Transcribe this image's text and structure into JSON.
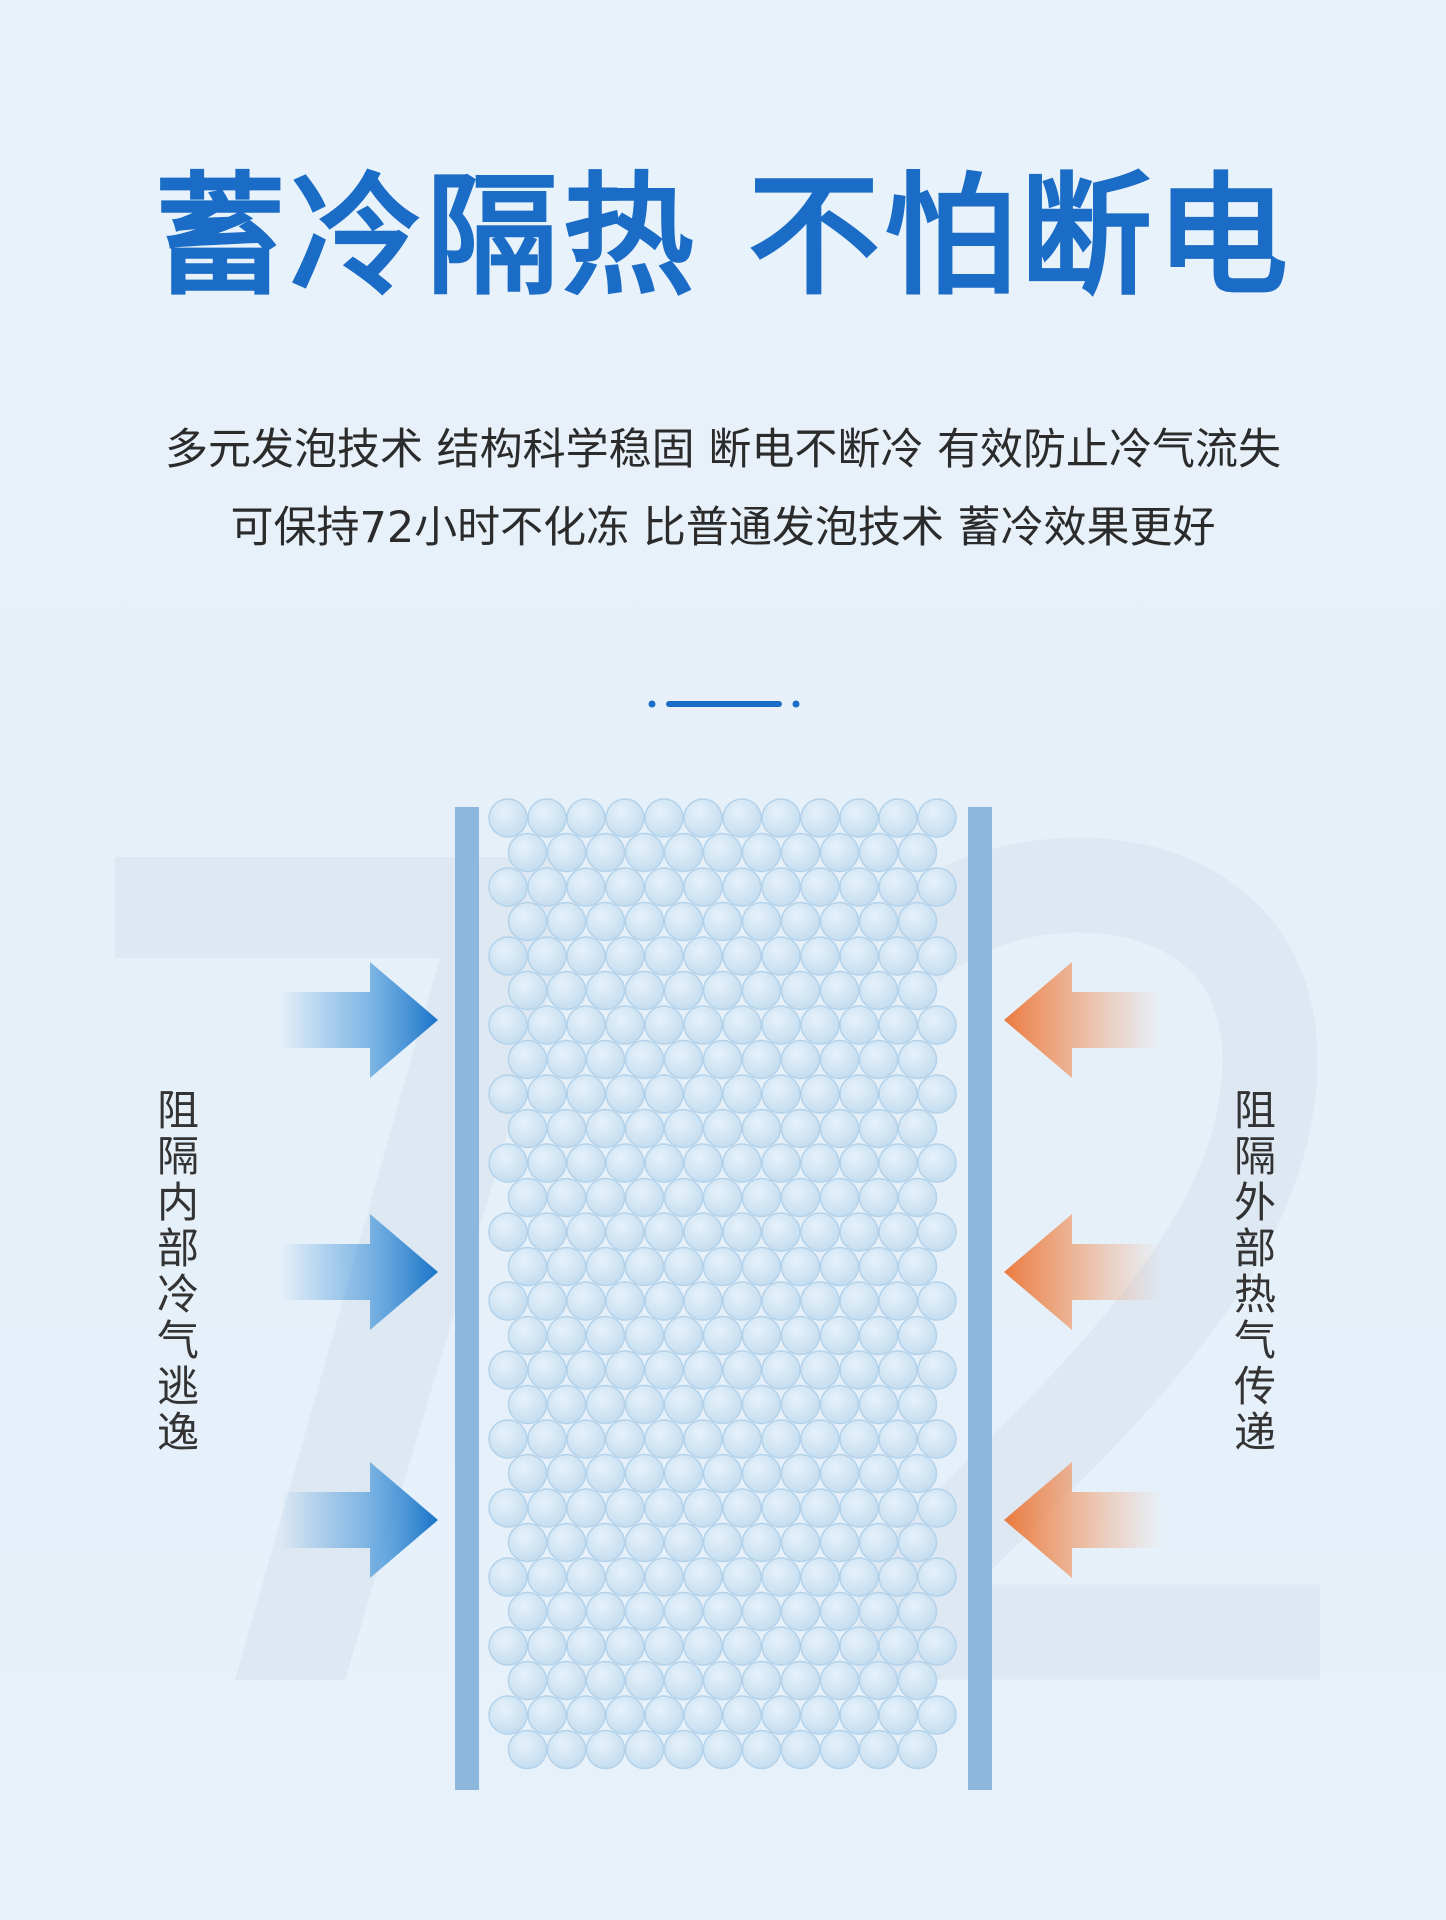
{
  "headline": "蓄冷隔热 不怕断电",
  "description": {
    "line1": "多元发泡技术 结构科学稳固 断电不断冷 有效防止冷气流失",
    "line2": "可保持72小时不化冻 比普通发泡技术 蓄冷效果更好"
  },
  "diagram": {
    "background_numeral": "72",
    "left_label": "阻隔内部冷气逃逸",
    "right_label": "阻隔外部热气传递",
    "inner_arrow_icon": "arrow-right-icon",
    "outer_arrow_icon": "arrow-left-icon",
    "inner_arrow_color": "#1f7fd0",
    "outer_arrow_color": "#ea7e46",
    "wall_color": "#8db7dc",
    "bubble_color": "#c9e1f2"
  },
  "colors": {
    "headline": "#1a6cc6",
    "background": "#e8f1fa",
    "text": "#2b2b2b"
  }
}
